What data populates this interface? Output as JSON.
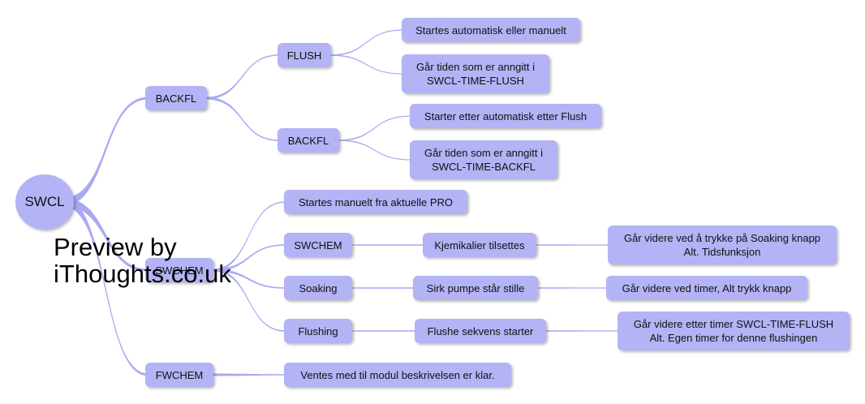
{
  "root": {
    "label": "SWCL"
  },
  "branches": [
    {
      "label": "BACKFL",
      "children": [
        {
          "label": "FLUSH",
          "children": [
            {
              "label": "Startes automatisk eller manuelt"
            },
            {
              "label": "Går tiden som er anngitt i\nSWCL-TIME-FLUSH"
            }
          ]
        },
        {
          "label": "BACKFL",
          "children": [
            {
              "label": "Starter etter automatisk etter Flush"
            },
            {
              "label": "Går tiden som er anngitt i\nSWCL-TIME-BACKFL"
            }
          ]
        }
      ]
    },
    {
      "label": "SWCHEM",
      "children": [
        {
          "label": "Startes manuelt fra aktuelle PRO"
        },
        {
          "label": "SWCHEM",
          "children": [
            {
              "label": "Kjemikalier tilsettes",
              "children": [
                {
                  "label": "Går videre ved å trykke på Soaking knapp\nAlt. Tidsfunksjon"
                }
              ]
            }
          ]
        },
        {
          "label": "Soaking",
          "children": [
            {
              "label": "Sirk pumpe står stille",
              "children": [
                {
                  "label": "Går videre ved timer, Alt trykk knapp"
                }
              ]
            }
          ]
        },
        {
          "label": "Flushing",
          "children": [
            {
              "label": "Flushe sekvens starter",
              "children": [
                {
                  "label": "Går videre etter timer SWCL-TIME-FLUSH\nAlt. Egen timer for denne flushingen"
                }
              ]
            }
          ]
        }
      ]
    },
    {
      "label": "FWCHEM",
      "children": [
        {
          "label": "Ventes med til modul beskrivelsen er klar."
        }
      ]
    }
  ],
  "watermark": "Preview by\niThoughts.co.uk",
  "colors": {
    "node_fill": "#b3b3f5",
    "link": "#a9a9f2"
  }
}
